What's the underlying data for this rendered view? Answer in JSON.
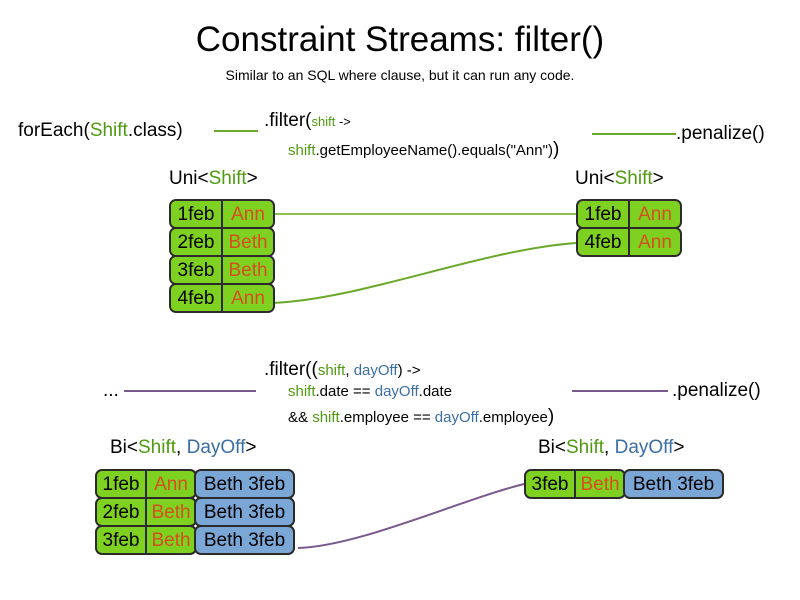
{
  "slide": {
    "title": "Constraint Streams: filter()",
    "subtitle": "Similar to an SQL where clause, but it can run any code."
  },
  "colors": {
    "green_accent": "#4f9a10",
    "blue_accent": "#3a6ea5",
    "pill_green": "#7ed021",
    "pill_blue": "#7ba7d7",
    "name_orange": "#d4501e",
    "wire_green": "#6aa92a",
    "wire_purple": "#7a5a8c",
    "border": "#2b2b2b"
  },
  "section1": {
    "for_each": {
      "prefix": "forEach(",
      "type": "Shift",
      "suffix": ".class)"
    },
    "filter": {
      "line1_head": ".filter(",
      "line1_param": "shift",
      "line1_arrow": " ->",
      "line2_param": "shift",
      "line2_body": ".getEmployeeName().equals(\"Ann\")",
      "line2_close": ")"
    },
    "penalize": ".penalize()",
    "left_stack": {
      "label_prefix": "Uni<",
      "label_type": "Shift",
      "label_suffix": ">",
      "rows": [
        {
          "date": "1feb",
          "name": "Ann"
        },
        {
          "date": "2feb",
          "name": "Beth"
        },
        {
          "date": "3feb",
          "name": "Beth"
        },
        {
          "date": "4feb",
          "name": "Ann"
        }
      ]
    },
    "right_stack": {
      "label_prefix": "Uni<",
      "label_type": "Shift",
      "label_suffix": ">",
      "rows": [
        {
          "date": "1feb",
          "name": "Ann"
        },
        {
          "date": "4feb",
          "name": "Ann"
        }
      ]
    }
  },
  "section2": {
    "ellipsis": "...",
    "filter": {
      "line1_head": ".filter((",
      "line1_p1": "shift",
      "line1_comma": ", ",
      "line1_p2": "dayOff",
      "line1_arrow": ") ->",
      "line2_p1": "shift",
      "line2_t1": ".date == ",
      "line2_p2": "dayOff",
      "line2_t2": ".date",
      "line3_and": "&& ",
      "line3_p1": "shift",
      "line3_t1": ".employee == ",
      "line3_p2": "dayOff",
      "line3_t2": ".employee",
      "line3_close": ")"
    },
    "penalize": ".penalize()",
    "left_stack": {
      "label_prefix": "Bi<",
      "label_type1": "Shift",
      "label_comma": ", ",
      "label_type2": "DayOff",
      "label_suffix": ">",
      "rows": [
        {
          "date": "1feb",
          "name": "Ann",
          "dayoff": "Beth 3feb"
        },
        {
          "date": "2feb",
          "name": "Beth",
          "dayoff": "Beth 3feb"
        },
        {
          "date": "3feb",
          "name": "Beth",
          "dayoff": "Beth 3feb"
        }
      ]
    },
    "right_stack": {
      "label_prefix": "Bi<",
      "label_type1": "Shift",
      "label_comma": ", ",
      "label_type2": "DayOff",
      "label_suffix": ">",
      "rows": [
        {
          "date": "3feb",
          "name": "Beth",
          "dayoff": "Beth 3feb"
        }
      ]
    }
  }
}
